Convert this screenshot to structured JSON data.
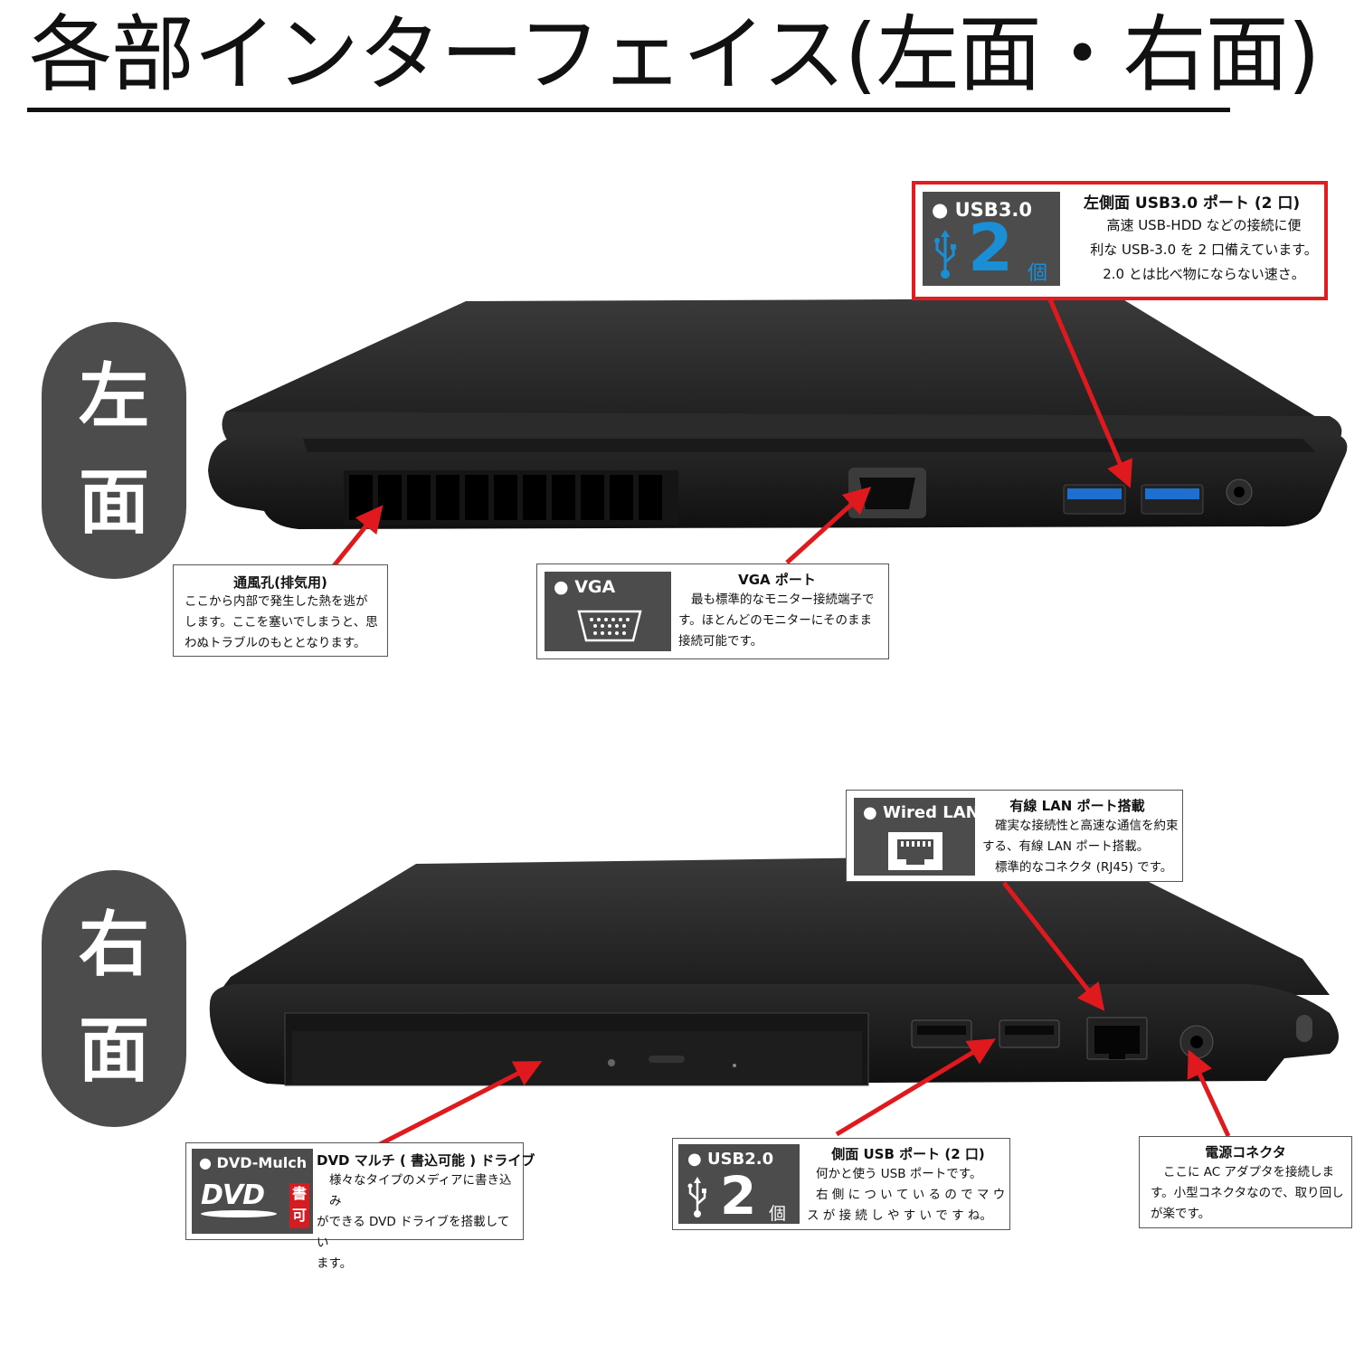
{
  "header": {
    "title": "各部インターフェイス(左面・右面)"
  },
  "side_labels": {
    "left": {
      "char1": "左",
      "char2": "面"
    },
    "right": {
      "char1": "右",
      "char2": "面"
    }
  },
  "colors": {
    "badge_bg": "#4d4c4d",
    "highlight_border": "#e11d22",
    "usb_blue": "#1a8fd6",
    "arrow_red": "#e0191e",
    "dvd_red": "#d41c22"
  },
  "left_side": {
    "usb3": {
      "badge_label": "● USB3.0",
      "count": "2",
      "count_unit": "個",
      "icon": "usb-icon",
      "title": "左側面 USB3.0 ポート (2 口)",
      "body": [
        "高速 USB-HDD などの接続に便",
        "利な USB-3.0 を 2 口備えています。",
        "2.0 とは比べ物にならない速さ。"
      ]
    },
    "vent": {
      "title": "通風孔(排気用)",
      "body": [
        "ここから内部で発生した熱を逃が",
        "します。ここを塞いでしまうと、思",
        "わぬトラブルのもととなります。"
      ]
    },
    "vga": {
      "badge_label": "● VGA",
      "icon": "vga-port-icon",
      "title": "VGA ポート",
      "body": [
        "最も標準的なモニター接続端子で",
        "す。ほとんどのモニターにそのまま",
        "接続可能です。"
      ]
    }
  },
  "right_side": {
    "lan": {
      "badge_label": "● Wired LAN",
      "icon": "lan-port-icon",
      "title": "有線 LAN ポート搭載",
      "body": [
        "確実な接続性と高速な通信を約束",
        "する、有線 LAN ポート搭載。",
        "標準的なコネクタ (RJ45) です。"
      ]
    },
    "dvd": {
      "badge_label": "● DVD-Mulch",
      "logo_text": "DVD",
      "write_badge": [
        "書",
        "可"
      ],
      "title": "DVD マルチ ( 書込可能 ) ドライブ",
      "body": [
        "様々なタイプのメディアに書き込み",
        "ができる DVD ドライブを搭載してい",
        "ます。"
      ]
    },
    "usb2": {
      "badge_label": "● USB2.0",
      "count": "2",
      "count_unit": "個",
      "icon": "usb-icon",
      "title": "側面 USB ポート (2 口)",
      "body": [
        "何かと使う USB ポートです。",
        "右 側 に つ い て い る の で マ ウ",
        "ス が 接 続 し や す い で す ね。"
      ]
    },
    "power": {
      "title": "電源コネクタ",
      "body": [
        "ここに AC アダプタを接続しま",
        "す。小型コネクタなので、取り回し",
        "が楽です。"
      ]
    }
  }
}
